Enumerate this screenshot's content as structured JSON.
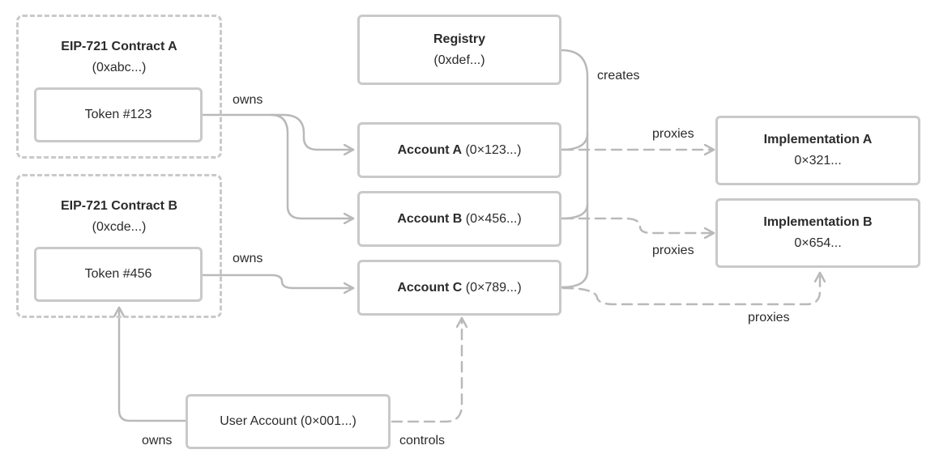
{
  "contract_a": {
    "title": "EIP-721 Contract A",
    "address": "(0xabc...)",
    "token": "Token #123"
  },
  "contract_b": {
    "title": "EIP-721 Contract B",
    "address": "(0xcde...)",
    "token": "Token #456"
  },
  "registry": {
    "title": "Registry",
    "address": "(0xdef...)"
  },
  "account_a": {
    "name": "Account A",
    "address": " (0×123...)"
  },
  "account_b": {
    "name": "Account B",
    "address": " (0×456...)"
  },
  "account_c": {
    "name": "Account C",
    "address": " (0×789...)"
  },
  "impl_a": {
    "name": "Implementation A",
    "address": "0×321..."
  },
  "impl_b": {
    "name": "Implementation B",
    "address": "0×654..."
  },
  "user_account": {
    "label": "User Account (0×001...)"
  },
  "edge_labels": {
    "owns_a": "owns",
    "owns_b": "owns",
    "owns_user": "owns",
    "creates": "creates",
    "proxies_a": "proxies",
    "proxies_b": "proxies",
    "proxies_c": "proxies",
    "controls": "controls"
  },
  "colors": {
    "line": "#b9b9b9",
    "border": "#c9c9c9",
    "text": "#2b2b2b"
  }
}
